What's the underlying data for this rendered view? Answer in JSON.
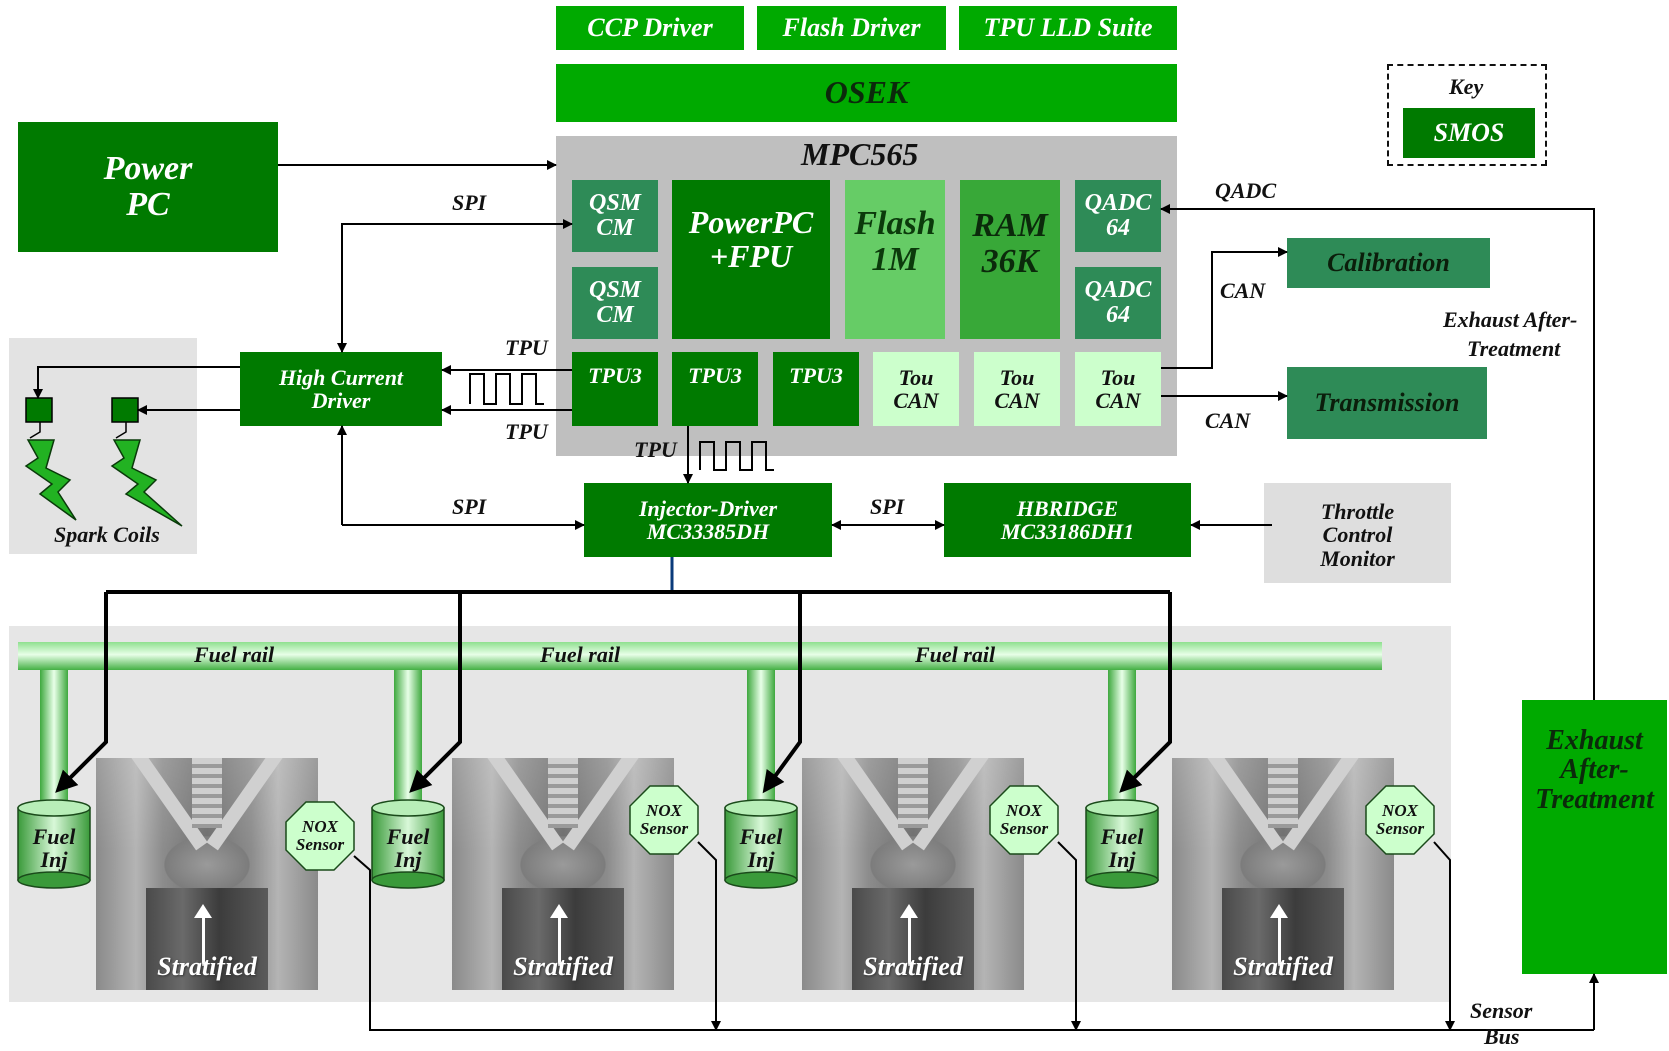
{
  "software_stack": {
    "ccp_driver": "CCP Driver",
    "flash_driver": "Flash Driver",
    "tpu_lld_suite": "TPU LLD Suite",
    "osek": "OSEK"
  },
  "key": {
    "title": "Key",
    "smos": "SMOS"
  },
  "power_pc": {
    "line1": "Power",
    "line2": "PC"
  },
  "mpc565": {
    "title": "MPC565",
    "qsm_cm_1": {
      "line1": "QSM",
      "line2": "CM"
    },
    "qsm_cm_2": {
      "line1": "QSM",
      "line2": "CM"
    },
    "powerpc_fpu": {
      "line1": "PowerPC",
      "line2": "+FPU"
    },
    "flash": {
      "line1": "Flash",
      "line2": "1M"
    },
    "ram": {
      "line1": "RAM",
      "line2": "36K"
    },
    "qadc_1": {
      "line1": "QADC",
      "line2": "64"
    },
    "qadc_2": {
      "line1": "QADC",
      "line2": "64"
    },
    "tpu3_1": "TPU3",
    "tpu3_2": "TPU3",
    "tpu3_3": "TPU3",
    "toucan_1": {
      "line1": "Tou",
      "line2": "CAN"
    },
    "toucan_2": {
      "line1": "Tou",
      "line2": "CAN"
    },
    "toucan_3": {
      "line1": "Tou",
      "line2": "CAN"
    }
  },
  "high_current_driver": {
    "line1": "High Current",
    "line2": "Driver"
  },
  "spark_coils": "Spark Coils",
  "injector_driver": {
    "line1": "Injector-Driver",
    "line2": "MC33385DH"
  },
  "hbridge": {
    "line1": "HBRIDGE",
    "line2": "MC33186DH1"
  },
  "throttle": {
    "line1": "Throttle",
    "line2": "Control",
    "line3": "Monitor"
  },
  "calibration": "Calibration",
  "transmission": "Transmission",
  "exhaust_box": {
    "line1": "Exhaust",
    "line2": "After-",
    "line3": "Treatment"
  },
  "labels": {
    "spi_top": "SPI",
    "spi_left": "SPI",
    "spi_right": "SPI",
    "tpu_top": "TPU",
    "tpu_bottom": "TPU",
    "tpu_center": "TPU",
    "qadc": "QADC",
    "can_1": "CAN",
    "can_2": "CAN",
    "exhaust_label_1": "Exhaust After-",
    "exhaust_label_2": "Treatment",
    "sensor_bus_1": "Sensor",
    "sensor_bus_2": "Bus",
    "fuel_rail_1": "Fuel rail",
    "fuel_rail_2": "Fuel rail",
    "fuel_rail_3": "Fuel rail"
  },
  "cylinders": [
    {
      "fuel_inj": {
        "line1": "Fuel",
        "line2": "Inj"
      },
      "nox": {
        "line1": "NOX",
        "line2": "Sensor"
      },
      "mode": "Stratified"
    },
    {
      "fuel_inj": {
        "line1": "Fuel",
        "line2": "Inj"
      },
      "nox": {
        "line1": "NOX",
        "line2": "Sensor"
      },
      "mode": "Stratified"
    },
    {
      "fuel_inj": {
        "line1": "Fuel",
        "line2": "Inj"
      },
      "nox": {
        "line1": "NOX",
        "line2": "Sensor"
      },
      "mode": "Stratified"
    },
    {
      "fuel_inj": {
        "line1": "Fuel",
        "line2": "Inj"
      },
      "nox": {
        "line1": "NOX",
        "line2": "Sensor"
      },
      "mode": "Stratified"
    }
  ],
  "colors": {
    "bright_green": "#00AA00",
    "dark_green": "#007A00",
    "teal_green": "#2E8B57",
    "mid_green": "#38A838",
    "light_green": "#66CC66",
    "pale_green": "#CCFFCC",
    "gray_panel": "#BFBFBF",
    "light_gray": "#E6E6E6"
  }
}
